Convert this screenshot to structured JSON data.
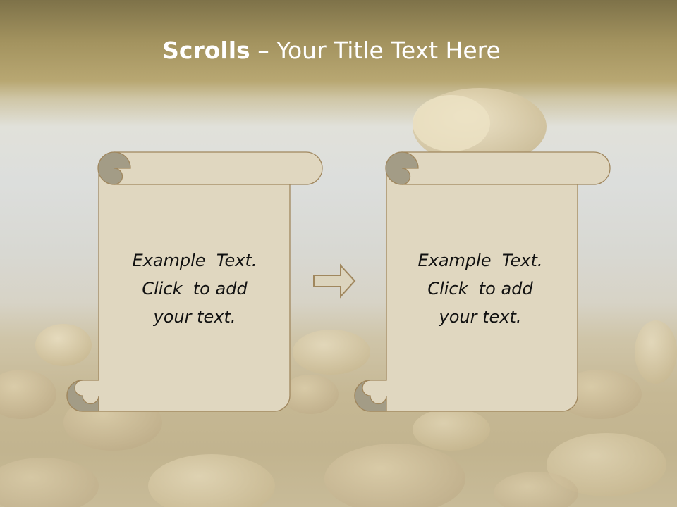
{
  "slide": {
    "title_bold": "Scrolls",
    "title_rest": " – Your Title Text Here"
  },
  "scrolls": [
    {
      "lines": [
        "Example  Text.",
        "Click  to add",
        "your text."
      ]
    },
    {
      "lines": [
        "Example  Text.",
        "Click  to add",
        "your text."
      ]
    }
  ],
  "icons": {
    "arrow": "right-arrow-icon"
  },
  "colors": {
    "scroll_fill": "#e0d7c0",
    "scroll_curl": "#a39c86",
    "scroll_stroke": "#a0875e",
    "title_band": "#a3935f",
    "title_text": "#ffffff"
  }
}
